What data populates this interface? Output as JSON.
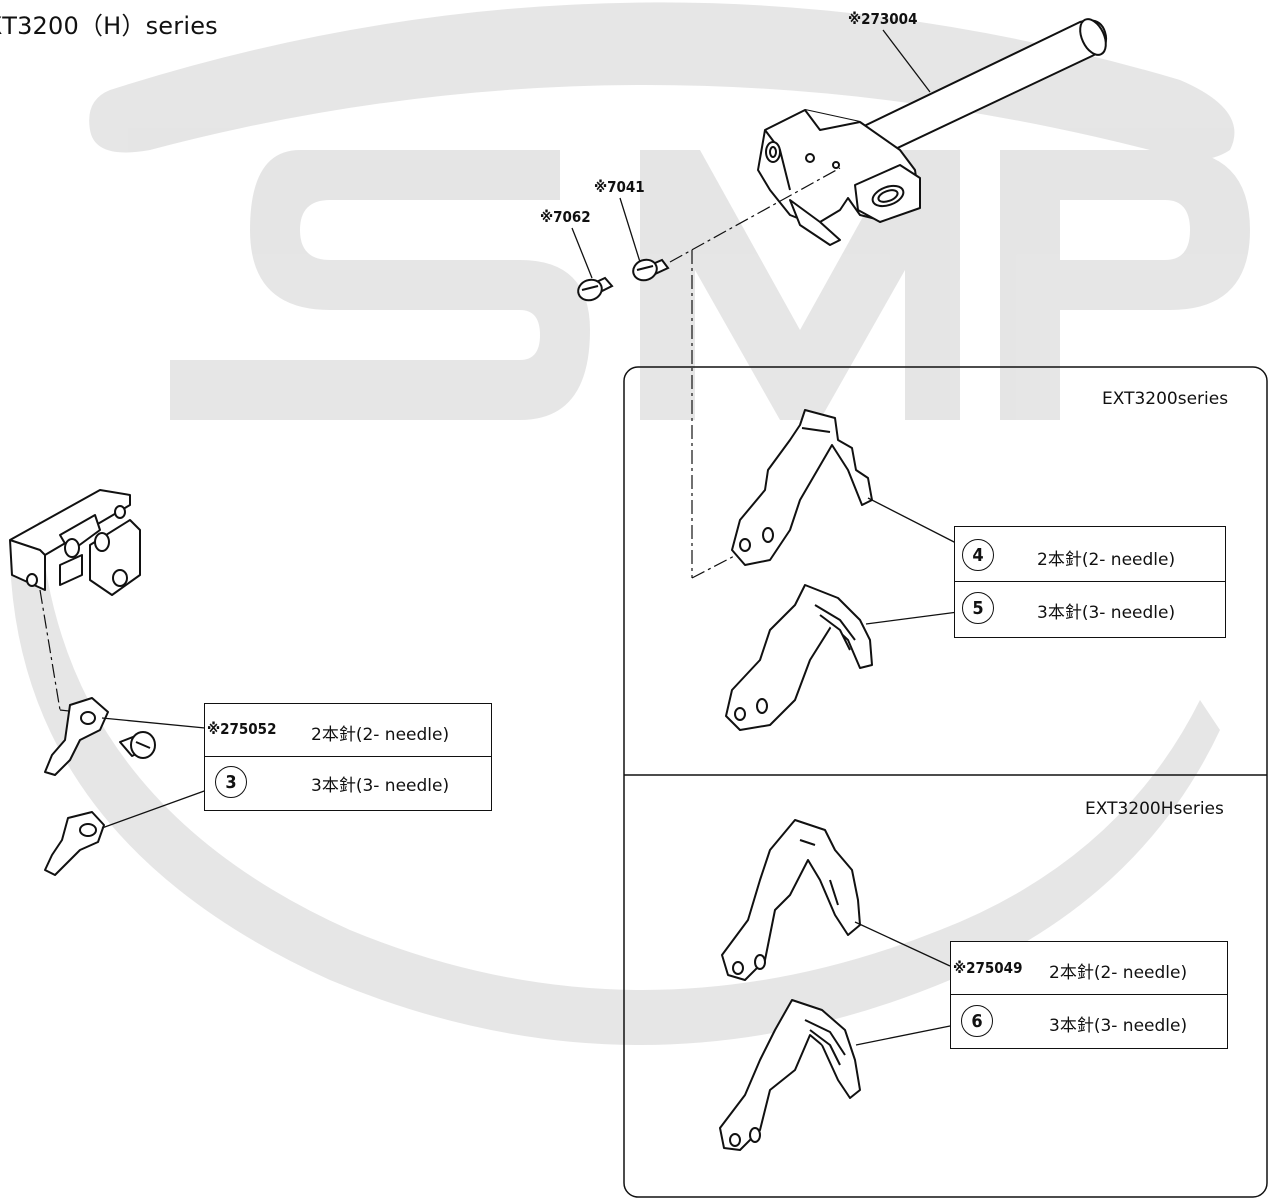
{
  "title": "XT3200（H）series",
  "watermark": "SMP",
  "callouts": {
    "shaft": "※273004",
    "screw_a": "※7041",
    "screw_b": "※7062"
  },
  "left_table": {
    "row1_code": "※275052",
    "row1_desc": "2本針(2- needle)",
    "row2_num": "3",
    "row2_desc": "3本針(3- needle)"
  },
  "panel_top": {
    "label": "EXT3200series",
    "row1_num": "4",
    "row1_desc": "2本針(2- needle)",
    "row2_num": "5",
    "row2_desc": "3本針(3- needle)"
  },
  "panel_bottom": {
    "label": "EXT3200Hseries",
    "row1_code": "※275049",
    "row1_desc": "2本針(2- needle)",
    "row2_num": "6",
    "row2_desc": "3本針(3- needle)"
  },
  "colors": {
    "line": "#111111",
    "watermark": "#dcdcdc"
  }
}
